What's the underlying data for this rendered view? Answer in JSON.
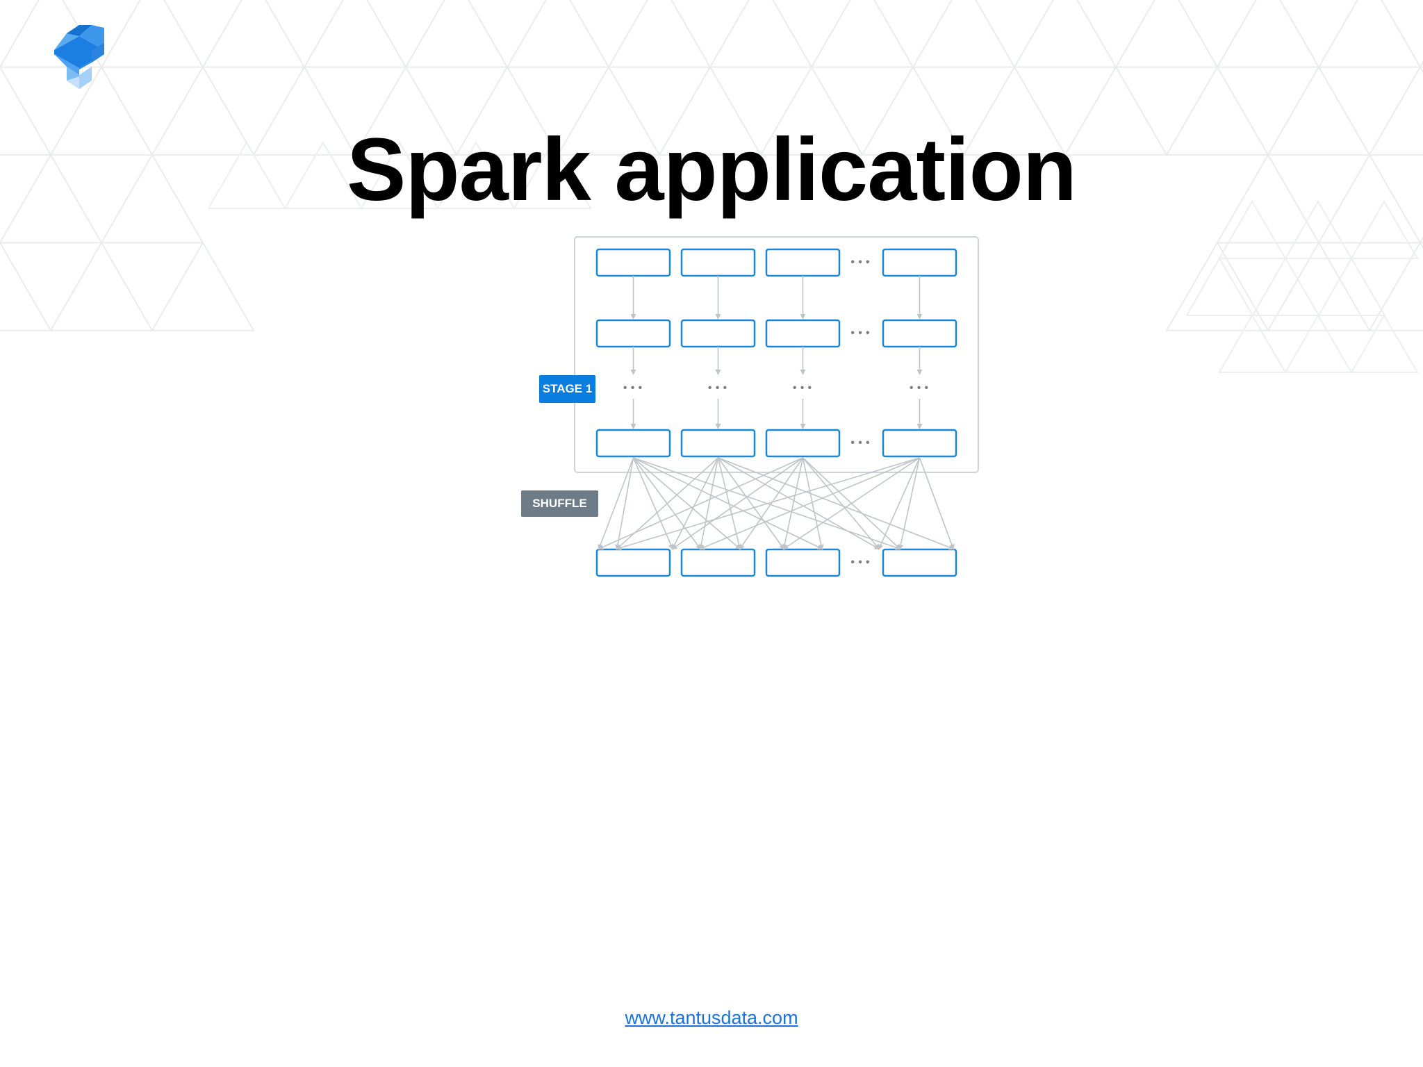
{
  "slide": {
    "title": "Spark application",
    "footer_link": "www.tantusdata.com"
  },
  "diagram": {
    "stage_label": "STAGE 1",
    "shuffle_label": "SHUFFLE",
    "ellipsis": "•••",
    "columns": 4,
    "stage_task_rows": 3,
    "shuffle_output_tasks": 4
  },
  "colors": {
    "accent_blue": "#0a7ee0",
    "task_border": "#1a86d6",
    "shuffle_gray": "#6e7c88",
    "arrow_gray": "#bfc4c8",
    "link_blue": "#1a73d9"
  },
  "icons": {
    "logo": "tantusdata-logo-icon",
    "pattern": "triangle-grid-pattern"
  }
}
